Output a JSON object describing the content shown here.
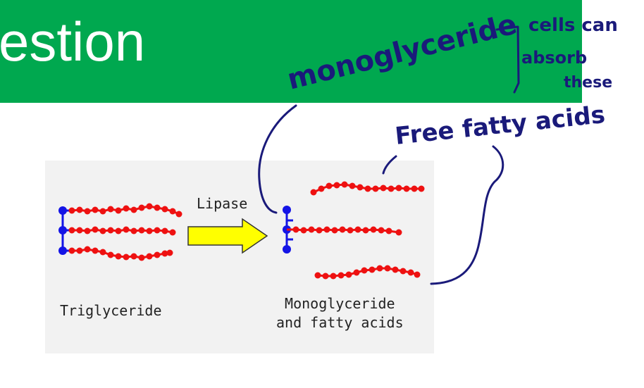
{
  "slide": {
    "title_fragment": "estion"
  },
  "diagram": {
    "enzyme_label": "Lipase",
    "reactant_label": "Triglyceride",
    "product_label_line1": "Monoglyceride",
    "product_label_line2": "and fatty acids",
    "colors": {
      "banner": "#00a84f",
      "glycerol": "#1414e6",
      "fatty_acid": "#ee1111",
      "arrow_fill": "#ffff00",
      "ink": "#1a1a7a"
    }
  },
  "annotations": {
    "monoglyceride": "monoglyceride",
    "cells_line1": "cells can",
    "cells_line2": "absorb",
    "cells_line3": "these",
    "free_fatty_acids": "Free fatty acids"
  }
}
